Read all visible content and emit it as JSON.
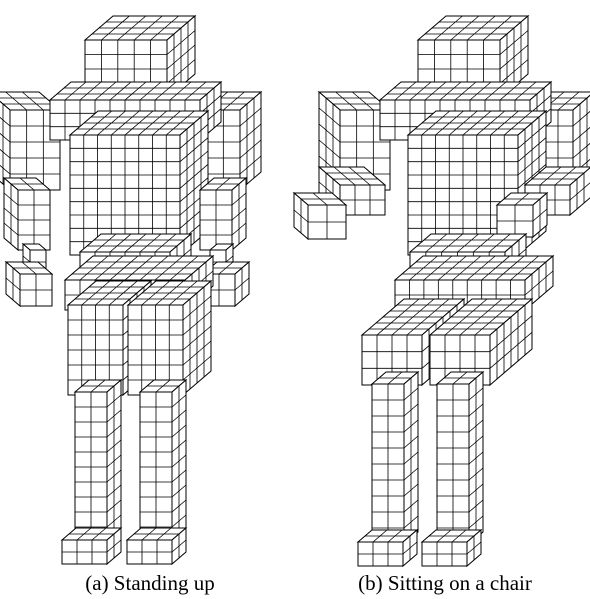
{
  "figure": {
    "panels": [
      {
        "id": "a",
        "caption": "(a) Standing up",
        "pose": "standing"
      },
      {
        "id": "b",
        "caption": "(b) Sitting on a chair",
        "pose": "sitting"
      }
    ],
    "colors": {
      "voxel_face": "#ffffff",
      "voxel_edge": "#000000",
      "background": "#ffffff"
    }
  }
}
